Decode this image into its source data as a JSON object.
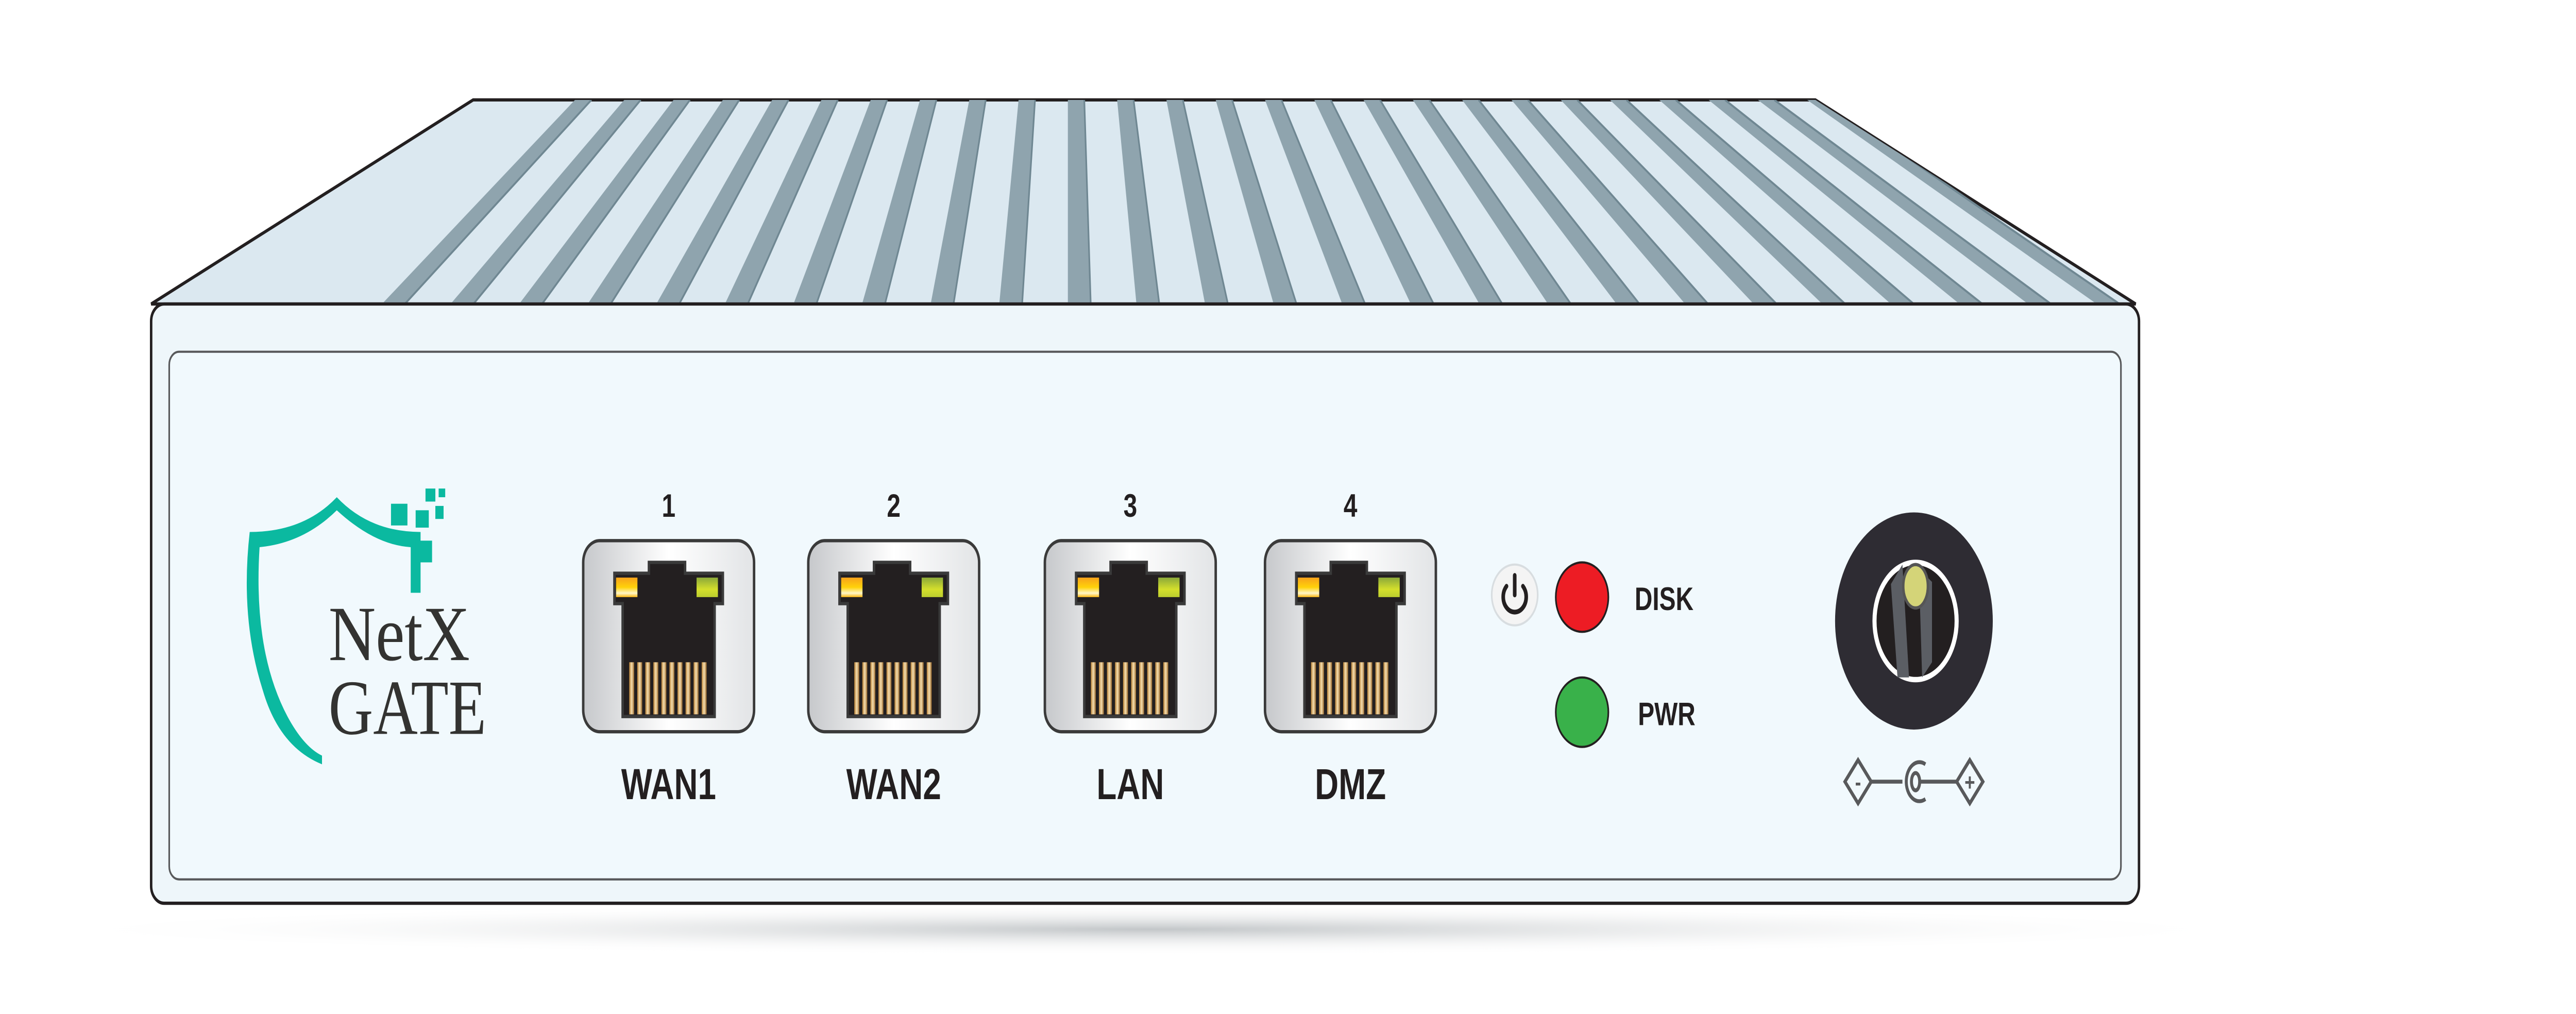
{
  "device": {
    "brand_logo": {
      "line1": "NetX",
      "line2": "GATE"
    },
    "ports": [
      {
        "number": "1",
        "label": "WAN1"
      },
      {
        "number": "2",
        "label": "WAN2"
      },
      {
        "number": "3",
        "label": "LAN"
      },
      {
        "number": "4",
        "label": "DMZ"
      }
    ],
    "indicators": [
      {
        "label": "DISK",
        "color": "#ed1c24"
      },
      {
        "label": "PWR",
        "color": "#39b14a"
      }
    ],
    "power_button_icon": "power-icon",
    "dc_polarity": {
      "minus": "-",
      "plus": "+"
    },
    "colors": {
      "accent": "#0bb9a0",
      "chassis": "#f0f8fc",
      "fins": "#8fa4ae",
      "led_amber": "#fbb812",
      "led_green": "#c8d92e"
    }
  }
}
